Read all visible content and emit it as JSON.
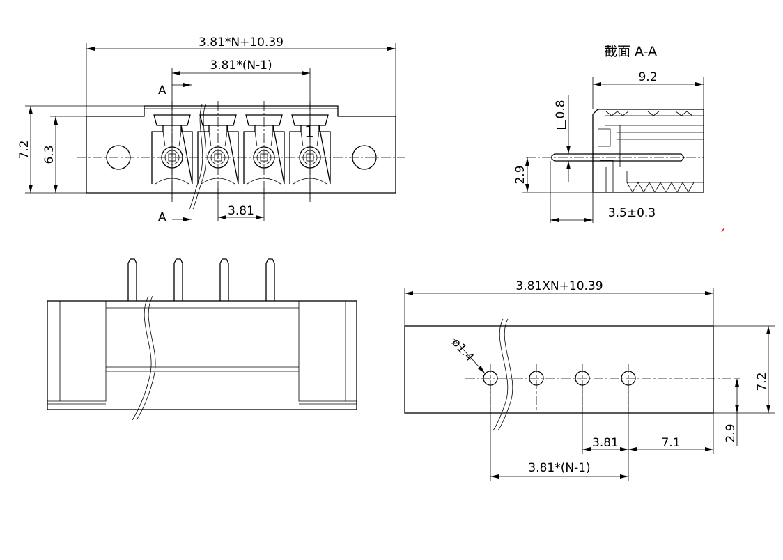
{
  "front_view": {
    "overall_width": "3.81*N+10.39",
    "pitch_span": "3.81*(N-1)",
    "pitch": "3.81",
    "height_total": "7.2",
    "height_body": "6.3",
    "section_mark_top": "A",
    "section_mark_bottom": "A",
    "pin_one_label": "1"
  },
  "section_view": {
    "title": "截面 A-A",
    "depth": "9.2",
    "pin_size": "□0.8",
    "pin_height": "2.9",
    "pin_protrusion": "3.5±0.3"
  },
  "footprint_view": {
    "overall_width": "3.81XN+10.39",
    "hole_diameter": "ø1.4",
    "height": "7.2",
    "hole_offset": "2.9",
    "pitch": "3.81",
    "edge_offset": "7.1",
    "pitch_span": "3.81*(N-1)"
  },
  "colors": {
    "line": "#000000",
    "mark": "#ff0000"
  }
}
